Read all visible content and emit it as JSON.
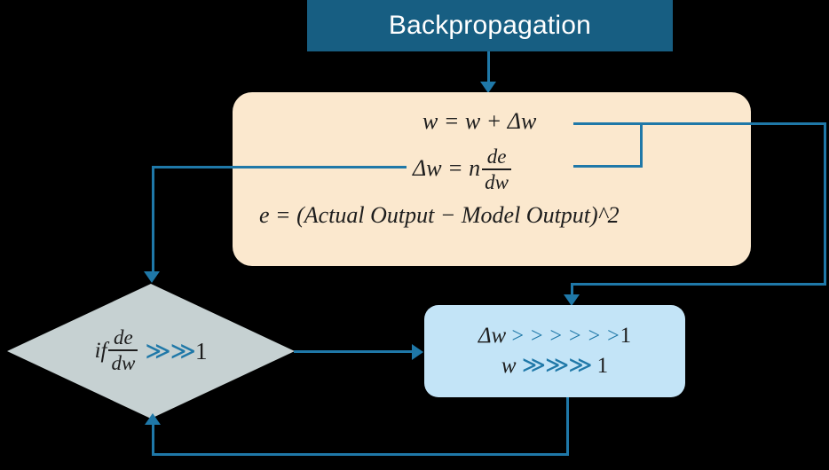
{
  "diagram": {
    "title": "Backpropagation",
    "accent_dark": "#175E82",
    "accent_line": "#1F78A8",
    "box_fill_cream": "#FBE8CE",
    "box_fill_lightblue": "#C3E4F7",
    "decision_fill": "#C6D1D2",
    "background": "#000000"
  },
  "equation_box": {
    "weight_update": {
      "lhs": "w = w + ",
      "delta": "Δw"
    },
    "delta_rule": {
      "lhs": "Δw = n",
      "num": "de",
      "den": "dw"
    },
    "error": "e = (Actual Output  − Model Output)^2"
  },
  "decision": {
    "prefix": "if ",
    "num": "de",
    "den": "dw",
    "operator": "≫≫",
    "threshold": "1"
  },
  "result_box": {
    "line1": {
      "symbol": "Δw ",
      "operator": "> > > > > >",
      "threshold": "1"
    },
    "line2": {
      "symbol": "w ",
      "operator": "≫≫≫",
      "threshold": " 1"
    }
  },
  "connectors": [
    {
      "name": "title-to-equation-box",
      "from": "Backpropagation",
      "to": "equation box"
    },
    {
      "name": "delta-rule-to-decision",
      "from": "Δw = n de/dw",
      "to": "decision diamond"
    },
    {
      "name": "weight-update-to-result",
      "from": "w = w + Δw",
      "to": "result box"
    },
    {
      "name": "decision-to-result",
      "from": "decision diamond",
      "to": "result box"
    },
    {
      "name": "result-to-decision-feedback",
      "from": "result box",
      "to": "decision diamond"
    },
    {
      "name": "equation-bracket",
      "from": "w = w + Δw",
      "to": "Δw = n de/dw"
    }
  ]
}
